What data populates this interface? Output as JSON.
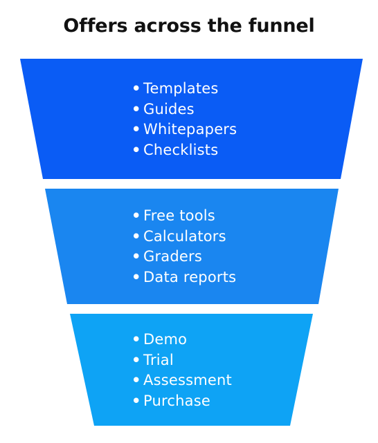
{
  "title": "Offers across the funnel",
  "colors": {
    "stage_1": "#0a5cf5",
    "stage_2": "#1a86f0",
    "stage_3": "#0ea3f5",
    "text": "#ffffff",
    "title": "#111111"
  },
  "stages": [
    {
      "items": [
        "Templates",
        "Guides",
        "Whitepapers",
        "Checklists"
      ]
    },
    {
      "items": [
        "Free tools",
        "Calculators",
        "Graders",
        "Data reports"
      ]
    },
    {
      "items": [
        "Demo",
        "Trial",
        "Assessment",
        "Purchase"
      ]
    }
  ]
}
